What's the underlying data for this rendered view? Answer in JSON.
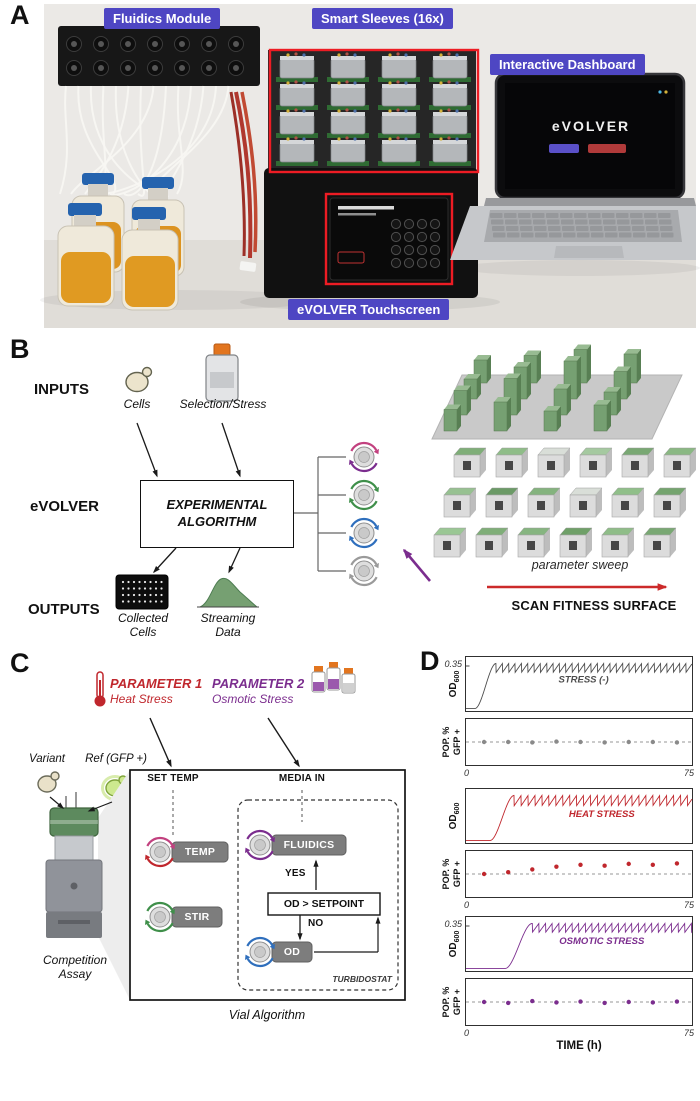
{
  "panel_letters": {
    "a": "A",
    "b": "B",
    "c": "C",
    "d": "D"
  },
  "colors": {
    "label_bg": "#4e46c3",
    "red": "#c0272d",
    "purple": "#7b2d8e",
    "green": "#76a072",
    "outline_red": "#ed1c24"
  },
  "icons": [
    "yeast-cell-icon",
    "media-bottle-icon",
    "well-plate-icon",
    "streaming-data-icon",
    "knob-icon",
    "thermometer-icon",
    "media-bottles-icon",
    "gfp-cell-icon",
    "smart-sleeve-icon"
  ],
  "panel_a": {
    "labels": {
      "fluidics_module": "Fluidics Module",
      "smart_sleeves": "Smart Sleeves (16x)",
      "interactive_dashboard": "Interactive Dashboard",
      "evolver_touchscreen": "eVOLVER Touchscreen"
    },
    "laptop_screen_title": "eVOLVER"
  },
  "panel_b": {
    "row_labels": {
      "inputs": "INPUTS",
      "evolver": "eVOLVER",
      "outputs": "OUTPUTS"
    },
    "captions": {
      "cells": "Cells",
      "selection_stress": "Selection/Stress",
      "collected_cells": "Collected\nCells",
      "streaming_data": "Streaming\nData"
    },
    "algorithm_box_label": "EXPERIMENTAL\nALGORITHM",
    "parameter_sweep_label": "parameter sweep",
    "scan_label": "SCAN FITNESS SURFACE",
    "knob_colors": [
      [
        "#c2417f",
        "#7b2d8e"
      ],
      [
        "#3f8f4a",
        "#3f8f4a"
      ],
      [
        "#2f6fbd",
        "#2f6fbd"
      ],
      [
        "#9a9a9a",
        "#9a9a9a"
      ]
    ],
    "fitness_bars": [
      [
        0.45,
        0.7,
        0.4,
        0.6
      ],
      [
        0.55,
        0.95,
        0.6,
        0.5
      ],
      [
        0.4,
        0.8,
        1.0,
        0.65
      ],
      [
        0.5,
        0.65,
        0.85,
        0.7
      ]
    ],
    "sleeve_top_colors": [
      "#7fae78",
      "#8fbd88",
      "#d9ded8",
      "#a5c9a0",
      "#79a873",
      "#8ab883",
      "#97c191",
      "#6b9a66",
      "#84b37e",
      "#d9ded8",
      "#90bf89",
      "#74a46e",
      "#9ac794",
      "#7fae78",
      "#86b580",
      "#6fa068",
      "#8fbd88",
      "#79a873"
    ]
  },
  "panel_c": {
    "param1_title": "PARAMETER 1",
    "param1_subtitle": "Heat Stress",
    "param2_title": "PARAMETER 2",
    "param2_subtitle": "Osmotic Stress",
    "variant_label": "Variant",
    "ref_label": "Ref (GFP +)",
    "competition_assay_label": "Competition\nAssay",
    "vial_algorithm_label": "Vial Algorithm",
    "set_temp_label": "SET TEMP",
    "media_in_label": "MEDIA IN",
    "knob_labels": {
      "temp": "TEMP",
      "stir": "STIR",
      "fluidics": "FLUIDICS",
      "od": "OD"
    },
    "knob_colors": {
      "temp": [
        "#c2417f",
        "#c0272d"
      ],
      "stir": [
        "#3f8f4a",
        "#3f8f4a"
      ],
      "fluidics": [
        "#7b2d8e",
        "#7b2d8e"
      ],
      "od": [
        "#2f6fbd",
        "#2f6fbd"
      ]
    },
    "flow": {
      "yes": "YES",
      "no": "NO",
      "setpoint": "OD > SETPOINT",
      "turbidostat": "TURBIDOSTAT"
    }
  },
  "panel_d": {
    "ylabel_od": "OD",
    "ylabel_od_sub": "600",
    "ylabel_gfp_line1": "POP. %",
    "ylabel_gfp_line2": "GFP +",
    "xlabel": "TIME (h)"
  },
  "chart_data": [
    {
      "type": "line",
      "name": "od-stress-negative",
      "annotation": "STRESS (-)",
      "annotation_pos": [
        0.52,
        0.47
      ],
      "color": "#4d4d4d",
      "ylim": [
        0,
        0.42
      ],
      "xlim": [
        0,
        75
      ],
      "ytick_label": "0.35",
      "ytick_value": 0.35,
      "growth": {
        "baseline": 0.02,
        "lag": 3,
        "rise_end": 10,
        "osc_min": 0.3,
        "osc_max": 0.37,
        "period": 2.1
      }
    },
    {
      "type": "scatter",
      "name": "gfp-stress-negative",
      "color": "#8a8a8a",
      "ylim": [
        0,
        100
      ],
      "xlim": [
        0,
        75
      ],
      "ref_line": 50,
      "xtick_labels": [
        "0",
        "75"
      ],
      "points": {
        "x": [
          6,
          14,
          22,
          30,
          38,
          46,
          54,
          62,
          70
        ],
        "y": [
          50,
          50,
          49,
          51,
          50,
          49,
          50,
          50,
          49
        ]
      }
    },
    {
      "type": "line",
      "name": "od-heat-stress",
      "annotation": "HEAT STRESS",
      "annotation_pos": [
        0.6,
        0.52
      ],
      "color": "#c0272d",
      "ylim": [
        0,
        0.42
      ],
      "xlim": [
        0,
        75
      ],
      "growth": {
        "baseline": 0.02,
        "lag": 8,
        "rise_end": 16,
        "osc_min": 0.29,
        "osc_max": 0.37,
        "period": 2.3
      }
    },
    {
      "type": "scatter",
      "name": "gfp-heat-stress",
      "color": "#c0272d",
      "ylim": [
        0,
        100
      ],
      "xlim": [
        0,
        75
      ],
      "ref_line": 50,
      "xtick_labels": [
        "0",
        "75"
      ],
      "points": {
        "x": [
          6,
          14,
          22,
          30,
          38,
          46,
          54,
          62,
          70
        ],
        "y": [
          50,
          54,
          60,
          66,
          70,
          68,
          72,
          70,
          73
        ]
      }
    },
    {
      "type": "line",
      "name": "od-osmotic-stress",
      "annotation": "OSMOTIC STRESS",
      "annotation_pos": [
        0.6,
        0.5
      ],
      "color": "#7b2d8e",
      "ylim": [
        0,
        0.42
      ],
      "xlim": [
        0,
        75
      ],
      "ytick_label": "0.35",
      "ytick_value": 0.35,
      "growth": {
        "baseline": 0.02,
        "lag": 13,
        "rise_end": 22,
        "osc_min": 0.3,
        "osc_max": 0.37,
        "period": 2.2
      }
    },
    {
      "type": "scatter",
      "name": "gfp-osmotic-stress",
      "color": "#7b2d8e",
      "ylim": [
        0,
        100
      ],
      "xlim": [
        0,
        75
      ],
      "ref_line": 50,
      "xtick_labels": [
        "0",
        "75"
      ],
      "points": {
        "x": [
          6,
          14,
          22,
          30,
          38,
          46,
          54,
          62,
          70
        ],
        "y": [
          50,
          48,
          52,
          49,
          51,
          48,
          50,
          49,
          51
        ]
      }
    }
  ]
}
